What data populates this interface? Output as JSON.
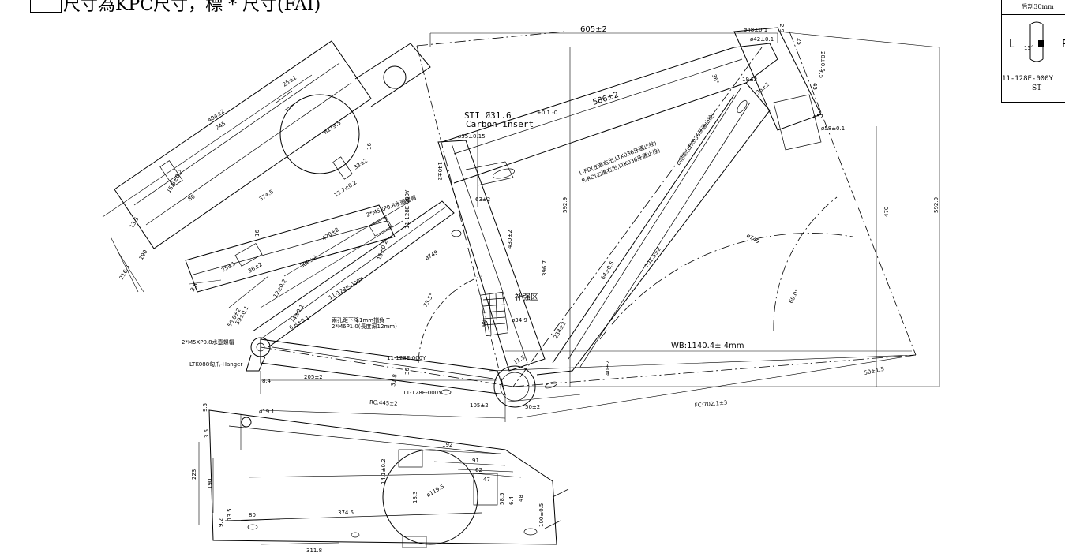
{
  "header": {
    "note": "尺寸為KPC尺寸，標 * 尺寸(FAI)"
  },
  "legend": {
    "top_text": "后剖30mm",
    "left_letter": "L",
    "right_letter": "R",
    "code": "11-128E-000Y",
    "position": "ST",
    "angle": "15°"
  },
  "labels": {
    "top_length": "605±2",
    "head_d1": "ø48±0.1",
    "head_d2": "ø42±0.1",
    "head_len_a": "2.9",
    "head_len_b": "25",
    "head_d3": "ø52",
    "head_d4": "ø58±0.1",
    "head_v1": "20±0.5",
    "head_v2": "7.5",
    "head_v3": "45",
    "top_tube": "586±2",
    "seat_top": "19±2",
    "seat_top2": "35±2",
    "angle_36": "36°",
    "sti": "STI Ø31.6",
    "sti_tol": "+0.1 -0",
    "carbon_insert": "Carbon insert",
    "seat_d": "ø35±0.15",
    "seat_140": "140±2",
    "seat_63": "63±2",
    "bb_592": "592.9",
    "bb_592_right": "592.9",
    "seat_430": "430±2",
    "seat_396": "396.7",
    "right_470": "470",
    "cable_fd": "L-FD(左進右出,LTK036牙通止栓)",
    "cable_rd": "R-RD(右進右出,LTK036牙通止栓)",
    "cable_rear": "L-后刹(LTK036牙通止栓)",
    "dia_749_right": "ø749",
    "down_701": "701.5±2",
    "down_64": "64±0.5",
    "angle_69": "69.0°",
    "angle_73": "73.5°",
    "reinforce": "补强区",
    "bb_80": "80",
    "bb_d": "ø34.9",
    "bb_234": "234±2",
    "wb": "WB:1140.4± 4mm",
    "fc": "FC:702.1±3",
    "rc": "RC:445±2",
    "bb_50": "50±2",
    "bb_40": "40±2",
    "bb_right_50": "50±1.5",
    "bb_11": "11.5",
    "bb_105": "105±2",
    "bb_205": "205±2",
    "bb_8": "8.4",
    "bb_30": "30",
    "rear_3": "31.8",
    "code_a": "11-128E-000Y",
    "code_b": "11-128E-000Y",
    "code_c": "11-128E-000Y",
    "code_d": "11-128E-000Y",
    "m5_a": "2*M5XP0.8水壺螺帽",
    "m5_b": "2*M5XP0.8水壺螺帽",
    "m5_note1": "兩孔距下降1mm擋負 T",
    "m5_note2": "2*M6P1.0(長度深12mm)",
    "hanger": "LTK088勾爪-Hanger",
    "upper_404": "404±2",
    "upper_245": "245",
    "upper_25": "25±1",
    "upper_119": "ø119.5",
    "upper_16": "16",
    "upper_33": "33±2",
    "upper_374": "374.5",
    "upper_137": "13.7±0.2",
    "upper_80": "80",
    "upper_15": "15.6±0.2",
    "upper_135": "13.5",
    "upper_190": "190",
    "upper_216": "216.5",
    "upper_470": "470±2",
    "upper_380": "380±2",
    "upper_25b": "25±1",
    "upper_36": "36±2",
    "upper_16b": "16",
    "upper_35": "3.5",
    "upper_56": "56.6±2",
    "upper_59": "59±0.1",
    "upper_12": "12±0.2",
    "upper_74": "74±0.1",
    "upper_68": "6.8±0.1",
    "upper_15b": "15±0.2",
    "upper_749": "ø749",
    "lower_95": "9.5",
    "lower_191": "ø19.1",
    "lower_35": "3.5",
    "lower_223": "223",
    "lower_190": "190",
    "lower_192": "192",
    "lower_91": "91",
    "lower_62": "62",
    "lower_47": "47",
    "lower_141": "14.1±0.2",
    "lower_119": "ø119.5",
    "lower_133": "13.3",
    "lower_374": "374.5",
    "lower_58": "58.5",
    "lower_64": "6.4",
    "lower_48": "48",
    "lower_100": "100±0.5",
    "lower_80": "80",
    "lower_135": "13.5",
    "lower_92": "9.2",
    "lower_311": "311.8"
  }
}
